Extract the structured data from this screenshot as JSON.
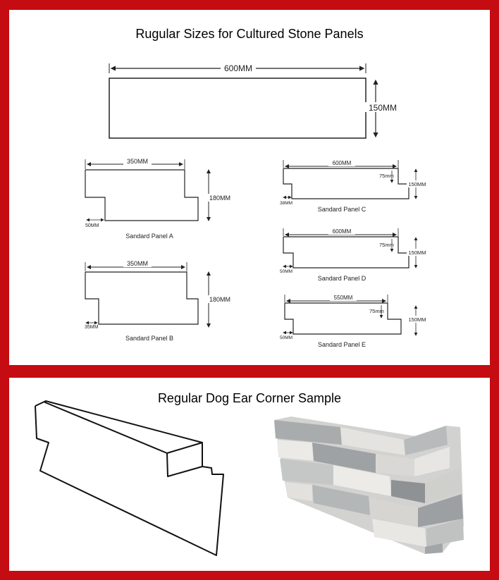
{
  "top_panel": {
    "title": "Rugular Sizes for Cultured Stone Panels",
    "main_panel": {
      "width_label": "600MM",
      "height_label": "150MM"
    },
    "panel_a": {
      "caption": "Sandard Panel A",
      "width_label": "350MM",
      "height_label": "180MM",
      "offset_label": "50MM"
    },
    "panel_b": {
      "caption": "Sandard Panel B",
      "width_label": "350MM",
      "height_label": "180MM",
      "offset_label": "35MM"
    },
    "panel_c": {
      "caption": "Sandard Panel C",
      "width_label": "600MM",
      "height_label": "150MM",
      "step_label": "75mm",
      "offset_label": "38MM"
    },
    "panel_d": {
      "caption": "Sandard Panel D",
      "width_label": "600MM",
      "height_label": "150MM",
      "step_label": "75mm",
      "offset_label": "50MM"
    },
    "panel_e": {
      "caption": "Sandard Panel E",
      "width_label": "550MM",
      "height_label": "150MM",
      "step_label": "75mm",
      "offset_label": "50MM"
    }
  },
  "bottom_panel": {
    "title": "Regular Dog Ear Corner Sample"
  },
  "colors": {
    "border": "#c40c12",
    "background": "#ffffff",
    "line": "#222222"
  }
}
